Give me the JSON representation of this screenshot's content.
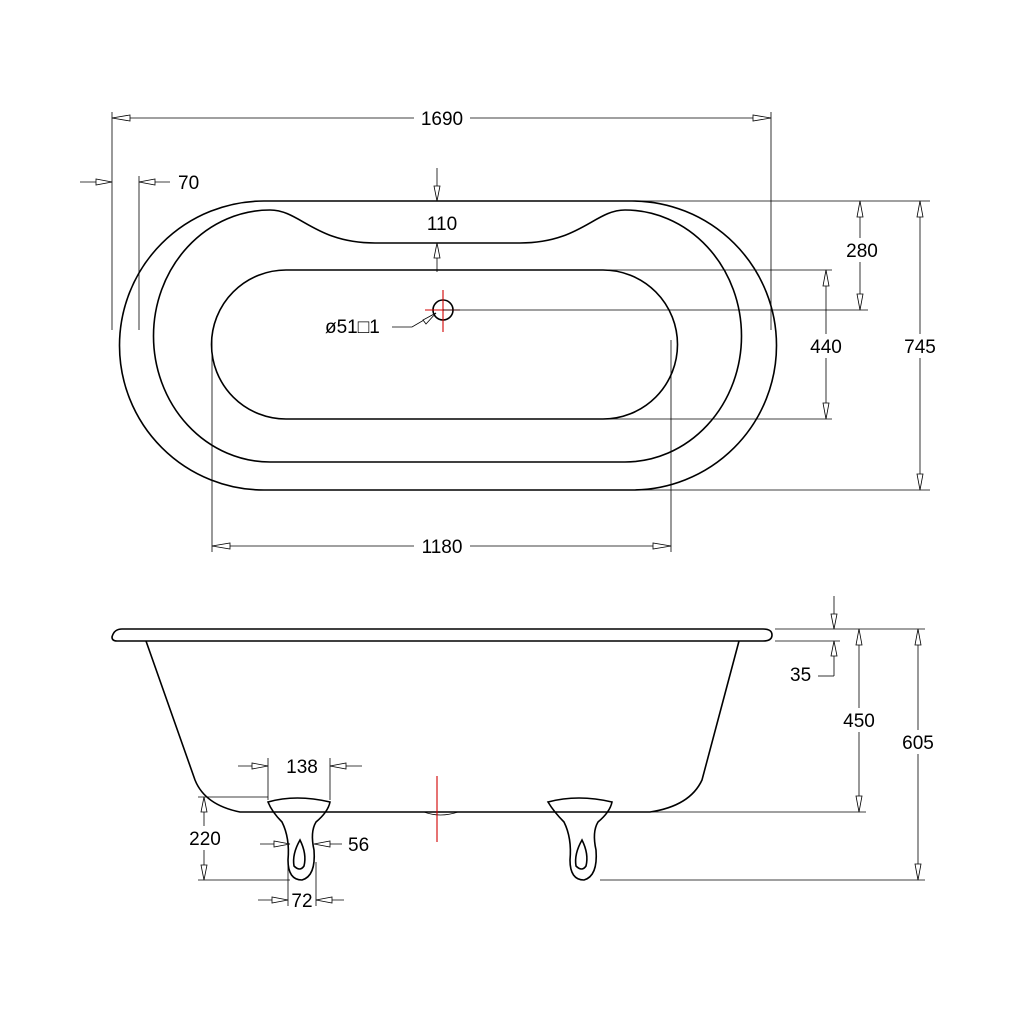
{
  "dimensions": {
    "overall_length": "1690",
    "rim_inset": "70",
    "rim_width": "110",
    "waste_offset": "280",
    "inner_width": "440",
    "overall_width": "745",
    "inner_length": "1180",
    "waste_label": "ø51□1",
    "rim_thickness": "35",
    "bath_depth": "450",
    "overall_height": "605",
    "foot_width": "138",
    "foot_height": "220",
    "foot_neck": "56",
    "foot_base": "72"
  }
}
